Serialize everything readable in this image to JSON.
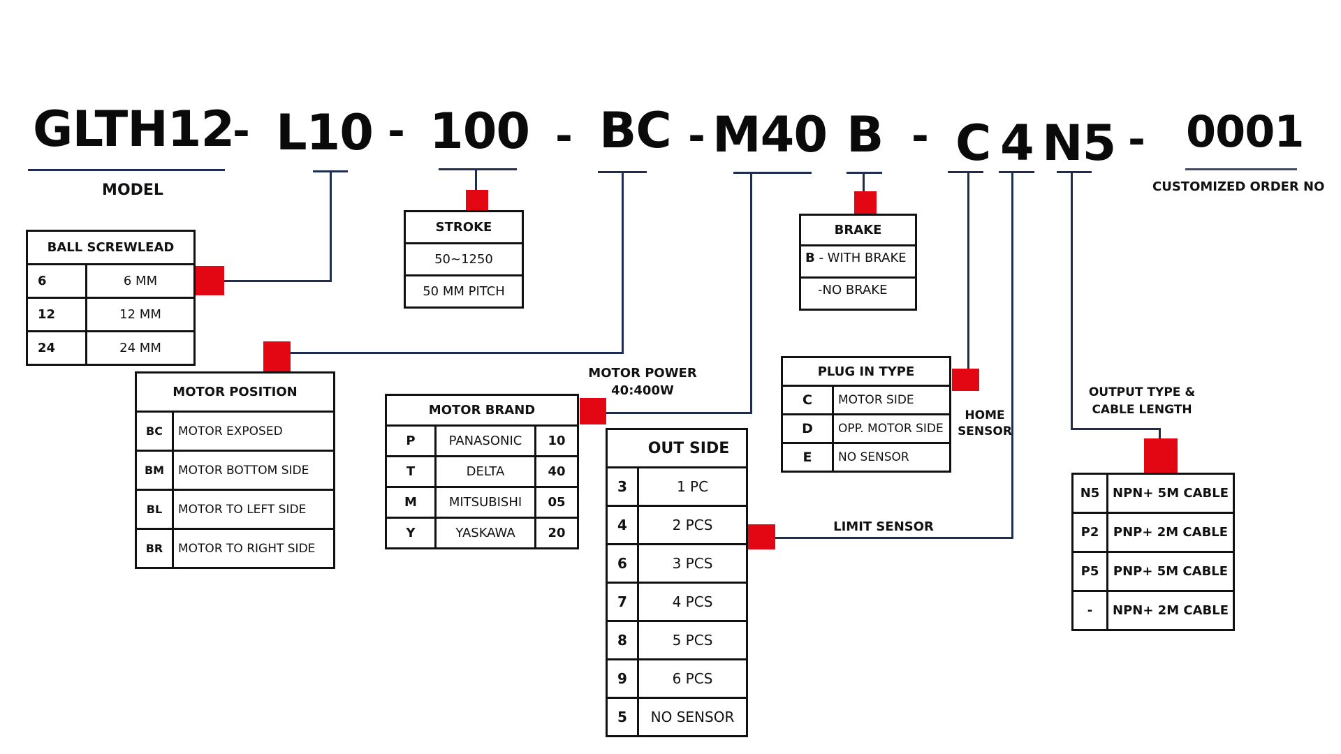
{
  "model_code": {
    "model": "GLTH12",
    "screw_lead": "L10",
    "stroke": "100",
    "motor_position": "BC",
    "motor": "M40",
    "brake": "B",
    "plug_in": "C",
    "out_side": "4",
    "output": "N5",
    "order_no": "0001",
    "separator": "-"
  },
  "labels": {
    "model": "MODEL",
    "customized_order_no": "CUSTOMIZED ORDER NO",
    "motor_power_line1": "MOTOR POWER",
    "motor_power_line2": "40:400W",
    "home_sensor_line1": "HOME",
    "home_sensor_line2": "SENSOR",
    "limit_sensor": "LIMIT SENSOR",
    "output_type_line1": "OUTPUT TYPE &",
    "output_type_line2": "CABLE LENGTH"
  },
  "ball_screwlead": {
    "title": "BALL SCREWLEAD",
    "rows": [
      {
        "code": "6",
        "desc": "6 MM"
      },
      {
        "code": "12",
        "desc": "12 MM"
      },
      {
        "code": "24",
        "desc": "24 MM"
      }
    ]
  },
  "stroke": {
    "title": "STROKE",
    "rows": [
      "50~1250",
      "50 MM PITCH"
    ]
  },
  "motor_position": {
    "title": "MOTOR POSITION",
    "rows": [
      {
        "code": "BC",
        "desc": "MOTOR EXPOSED"
      },
      {
        "code": "BM",
        "desc": "MOTOR BOTTOM SIDE"
      },
      {
        "code": "BL",
        "desc": "MOTOR TO LEFT SIDE"
      },
      {
        "code": "BR",
        "desc": "MOTOR TO RIGHT SIDE"
      }
    ]
  },
  "motor_brand": {
    "title": "MOTOR BRAND",
    "rows": [
      {
        "code": "P",
        "brand": "PANASONIC",
        "num": "10"
      },
      {
        "code": "T",
        "brand": "DELTA",
        "num": "40"
      },
      {
        "code": "M",
        "brand": "MITSUBISHI",
        "num": "05"
      },
      {
        "code": "Y",
        "brand": "YASKAWA",
        "num": "20"
      }
    ]
  },
  "brake": {
    "title": "BRAKE",
    "rows": [
      {
        "code": "B",
        "desc": " - WITH BRAKE"
      },
      {
        "code": "",
        "desc": "-NO BRAKE"
      }
    ]
  },
  "plug_in_type": {
    "title": "PLUG IN TYPE",
    "rows": [
      {
        "code": "C",
        "desc": "MOTOR SIDE"
      },
      {
        "code": "D",
        "desc": "OPP. MOTOR SIDE"
      },
      {
        "code": "E",
        "desc": "NO SENSOR"
      }
    ]
  },
  "out_side": {
    "title": "OUT SIDE",
    "rows": [
      {
        "code": "3",
        "desc": "1 PC"
      },
      {
        "code": "4",
        "desc": "2 PCS"
      },
      {
        "code": "6",
        "desc": "3 PCS"
      },
      {
        "code": "7",
        "desc": "4 PCS"
      },
      {
        "code": "8",
        "desc": "5 PCS"
      },
      {
        "code": "9",
        "desc": "6 PCS"
      },
      {
        "code": "5",
        "desc": "NO SENSOR"
      }
    ]
  },
  "output_type": {
    "rows": [
      {
        "code": "N5",
        "desc": "NPN+ 5M CABLE"
      },
      {
        "code": "P2",
        "desc": "PNP+ 2M CABLE"
      },
      {
        "code": "P5",
        "desc": "PNP+ 5M CABLE"
      },
      {
        "code": "-",
        "desc": "NPN+ 2M CABLE"
      }
    ]
  },
  "colors": {
    "connector_line": "#1f2d50",
    "marker": "#e30613"
  }
}
